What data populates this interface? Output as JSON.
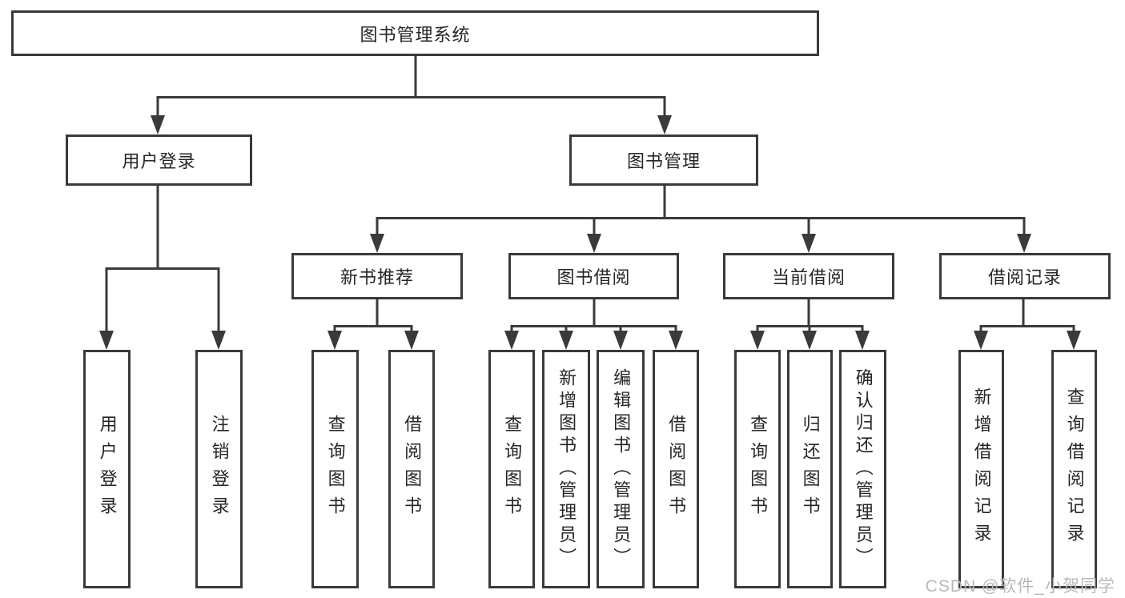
{
  "diagram_title": "图书管理系统",
  "tree": {
    "label": "图书管理系统",
    "children": [
      {
        "label": "用户登录",
        "children": [
          {
            "label": "用户登录"
          },
          {
            "label": "注销登录"
          }
        ]
      },
      {
        "label": "图书管理",
        "children": [
          {
            "label": "新书推荐",
            "children": [
              {
                "label": "查询图书"
              },
              {
                "label": "借阅图书"
              }
            ]
          },
          {
            "label": "图书借阅",
            "children": [
              {
                "label": "查询图书"
              },
              {
                "label": "新增图书（管理员）"
              },
              {
                "label": "编辑图书（管理员）"
              },
              {
                "label": "借阅图书"
              }
            ]
          },
          {
            "label": "当前借阅",
            "children": [
              {
                "label": "查询图书"
              },
              {
                "label": "归还图书"
              },
              {
                "label": "确认归还（管理员）"
              }
            ]
          },
          {
            "label": "借阅记录",
            "children": [
              {
                "label": "新增借阅记录"
              },
              {
                "label": "查询借阅记录"
              }
            ]
          }
        ]
      }
    ]
  },
  "watermark": {
    "text": "CSDN @软件_小贺同学"
  },
  "colors": {
    "line": "#3a3a3a",
    "box_background": "#ffffff",
    "text": "#262626",
    "watermark": "#b9b9b9"
  }
}
